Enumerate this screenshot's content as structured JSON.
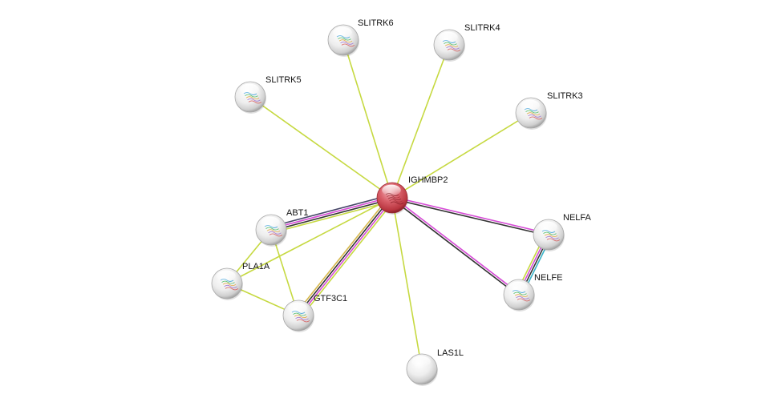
{
  "network": {
    "nodes": [
      {
        "id": "IGHMBP2",
        "label": "IGHMBP2",
        "query": true,
        "structure": true
      },
      {
        "id": "SLITRK6",
        "label": "SLITRK6",
        "query": false,
        "structure": true
      },
      {
        "id": "SLITRK4",
        "label": "SLITRK4",
        "query": false,
        "structure": true
      },
      {
        "id": "SLITRK5",
        "label": "SLITRK5",
        "query": false,
        "structure": true
      },
      {
        "id": "SLITRK3",
        "label": "SLITRK3",
        "query": false,
        "structure": true
      },
      {
        "id": "ABT1",
        "label": "ABT1",
        "query": false,
        "structure": true
      },
      {
        "id": "PLA1A",
        "label": "PLA1A",
        "query": false,
        "structure": true
      },
      {
        "id": "GTF3C1",
        "label": "GTF3C1",
        "query": false,
        "structure": true
      },
      {
        "id": "NELFA",
        "label": "NELFA",
        "query": false,
        "structure": true
      },
      {
        "id": "NELFE",
        "label": "NELFE",
        "query": false,
        "structure": true
      },
      {
        "id": "LAS1L",
        "label": "LAS1L",
        "query": false,
        "structure": false
      }
    ],
    "edges": [
      {
        "source": "IGHMBP2",
        "target": "SLITRK6",
        "evidence": [
          "textmining"
        ]
      },
      {
        "source": "IGHMBP2",
        "target": "SLITRK4",
        "evidence": [
          "textmining"
        ]
      },
      {
        "source": "IGHMBP2",
        "target": "SLITRK5",
        "evidence": [
          "textmining"
        ]
      },
      {
        "source": "IGHMBP2",
        "target": "SLITRK3",
        "evidence": [
          "textmining"
        ]
      },
      {
        "source": "IGHMBP2",
        "target": "ABT1",
        "evidence": [
          "textmining",
          "coexpression",
          "experiments",
          "coexpression2"
        ]
      },
      {
        "source": "IGHMBP2",
        "target": "PLA1A",
        "evidence": [
          "textmining"
        ]
      },
      {
        "source": "IGHMBP2",
        "target": "GTF3C1",
        "evidence": [
          "textmining",
          "experiments",
          "coexpression",
          "textmining2"
        ]
      },
      {
        "source": "IGHMBP2",
        "target": "NELFA",
        "evidence": [
          "experiments",
          "coexpression"
        ]
      },
      {
        "source": "IGHMBP2",
        "target": "NELFE",
        "evidence": [
          "experiments",
          "coexpression"
        ]
      },
      {
        "source": "IGHMBP2",
        "target": "LAS1L",
        "evidence": [
          "textmining"
        ]
      },
      {
        "source": "ABT1",
        "target": "PLA1A",
        "evidence": [
          "textmining"
        ]
      },
      {
        "source": "ABT1",
        "target": "GTF3C1",
        "evidence": [
          "textmining"
        ]
      },
      {
        "source": "PLA1A",
        "target": "GTF3C1",
        "evidence": [
          "textmining"
        ]
      },
      {
        "source": "NELFA",
        "target": "NELFE",
        "evidence": [
          "database",
          "coexpression",
          "experiments",
          "textmining"
        ]
      }
    ]
  },
  "colors": {
    "textmining": "#c6d941",
    "coexpression": "#333333",
    "experiments": "#d64bd6",
    "database": "#3ab3c8",
    "textmining2": "#d6b84b",
    "coexpression2": "#444466",
    "query_node": "#c8323c",
    "node_fill": "#f2f2f2"
  }
}
